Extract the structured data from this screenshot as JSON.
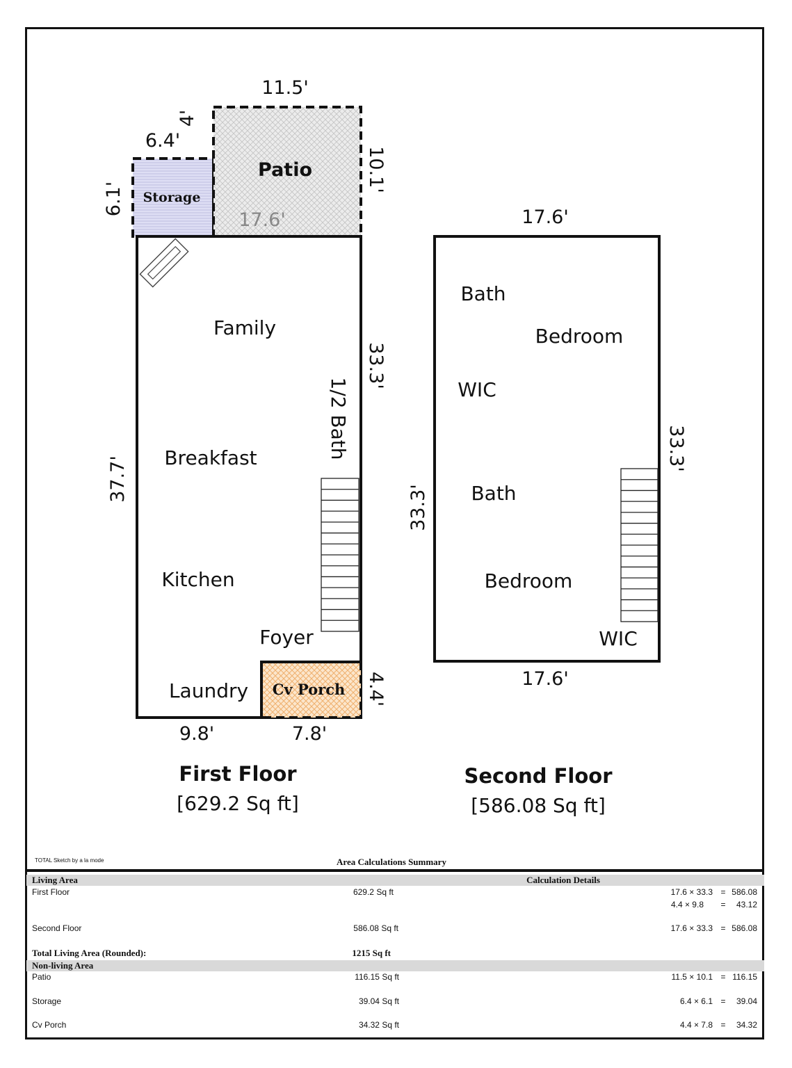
{
  "first_floor": {
    "title": "First Floor",
    "area_label": "[629.2 Sq ft]",
    "rooms": {
      "family": "Family",
      "half_bath": "1/2 Bath",
      "breakfast": "Breakfast",
      "kitchen": "Kitchen",
      "foyer": "Foyer",
      "laundry": "Laundry"
    },
    "dimensions": {
      "left_height": "37.7'",
      "right_height": "33.3'",
      "bottom_left": "9.8'",
      "bottom_right": "7.8'"
    }
  },
  "patio": {
    "label": "Patio",
    "top": "11.5'",
    "left_offset": "4'",
    "right": "10.1'",
    "bottom": "17.6'"
  },
  "storage": {
    "label": "Storage",
    "top": "6.4'",
    "left": "6.1'"
  },
  "cv_porch": {
    "label": "Cv Porch",
    "right": "4.4'"
  },
  "second_floor": {
    "title": "Second Floor",
    "area_label": "[586.08 Sq ft]",
    "rooms": {
      "bath_top": "Bath",
      "bedroom_top": "Bedroom",
      "wic_top": "WIC",
      "bath_mid": "Bath",
      "bedroom_bottom": "Bedroom",
      "wic_bottom": "WIC"
    },
    "dimensions": {
      "top": "17.6'",
      "bottom": "17.6'",
      "left": "33.3'",
      "right": "33.3'"
    }
  },
  "summary": {
    "software": "TOTAL Sketch by a la mode",
    "title": "Area Calculations Summary",
    "living_header": "Living Area",
    "calc_header": "Calculation Details",
    "rows": [
      {
        "name": "First Floor",
        "area": "629.2 Sq ft"
      },
      {
        "name": "Second Floor",
        "area": "586.08 Sq ft"
      }
    ],
    "calcs": {
      "first_1": "17.6 × 33.3",
      "first_1_eq": "=",
      "first_1_val": "586.08",
      "first_2": "4.4 × 9.8",
      "first_2_eq": "=",
      "first_2_val": "43.12",
      "second_1": "17.6 × 33.3",
      "second_1_eq": "=",
      "second_1_val": "586.08",
      "patio": "11.5 × 10.1",
      "patio_eq": "=",
      "patio_val": "116.15",
      "storage": "6.4 × 6.1",
      "storage_eq": "=",
      "storage_val": "39.04",
      "porch": "4.4 × 7.8",
      "porch_eq": "=",
      "porch_val": "34.32"
    },
    "total_label": "Total Living Area (Rounded):",
    "total_value": "1215 Sq ft",
    "nonliving_header": "Non-living Area",
    "nonliving_rows": [
      {
        "name": "Patio",
        "area": "116.15 Sq ft"
      },
      {
        "name": "Storage",
        "area": "39.04 Sq ft"
      },
      {
        "name": "Cv Porch",
        "area": "34.32 Sq ft"
      }
    ]
  },
  "colors": {
    "patio_fill": "#e6e6e6",
    "storage_fill": "#dcdcf2",
    "porch_fill": "#fbe3c6",
    "porch_hatch": "#f0b070",
    "header_band": "#d9d9d9"
  }
}
